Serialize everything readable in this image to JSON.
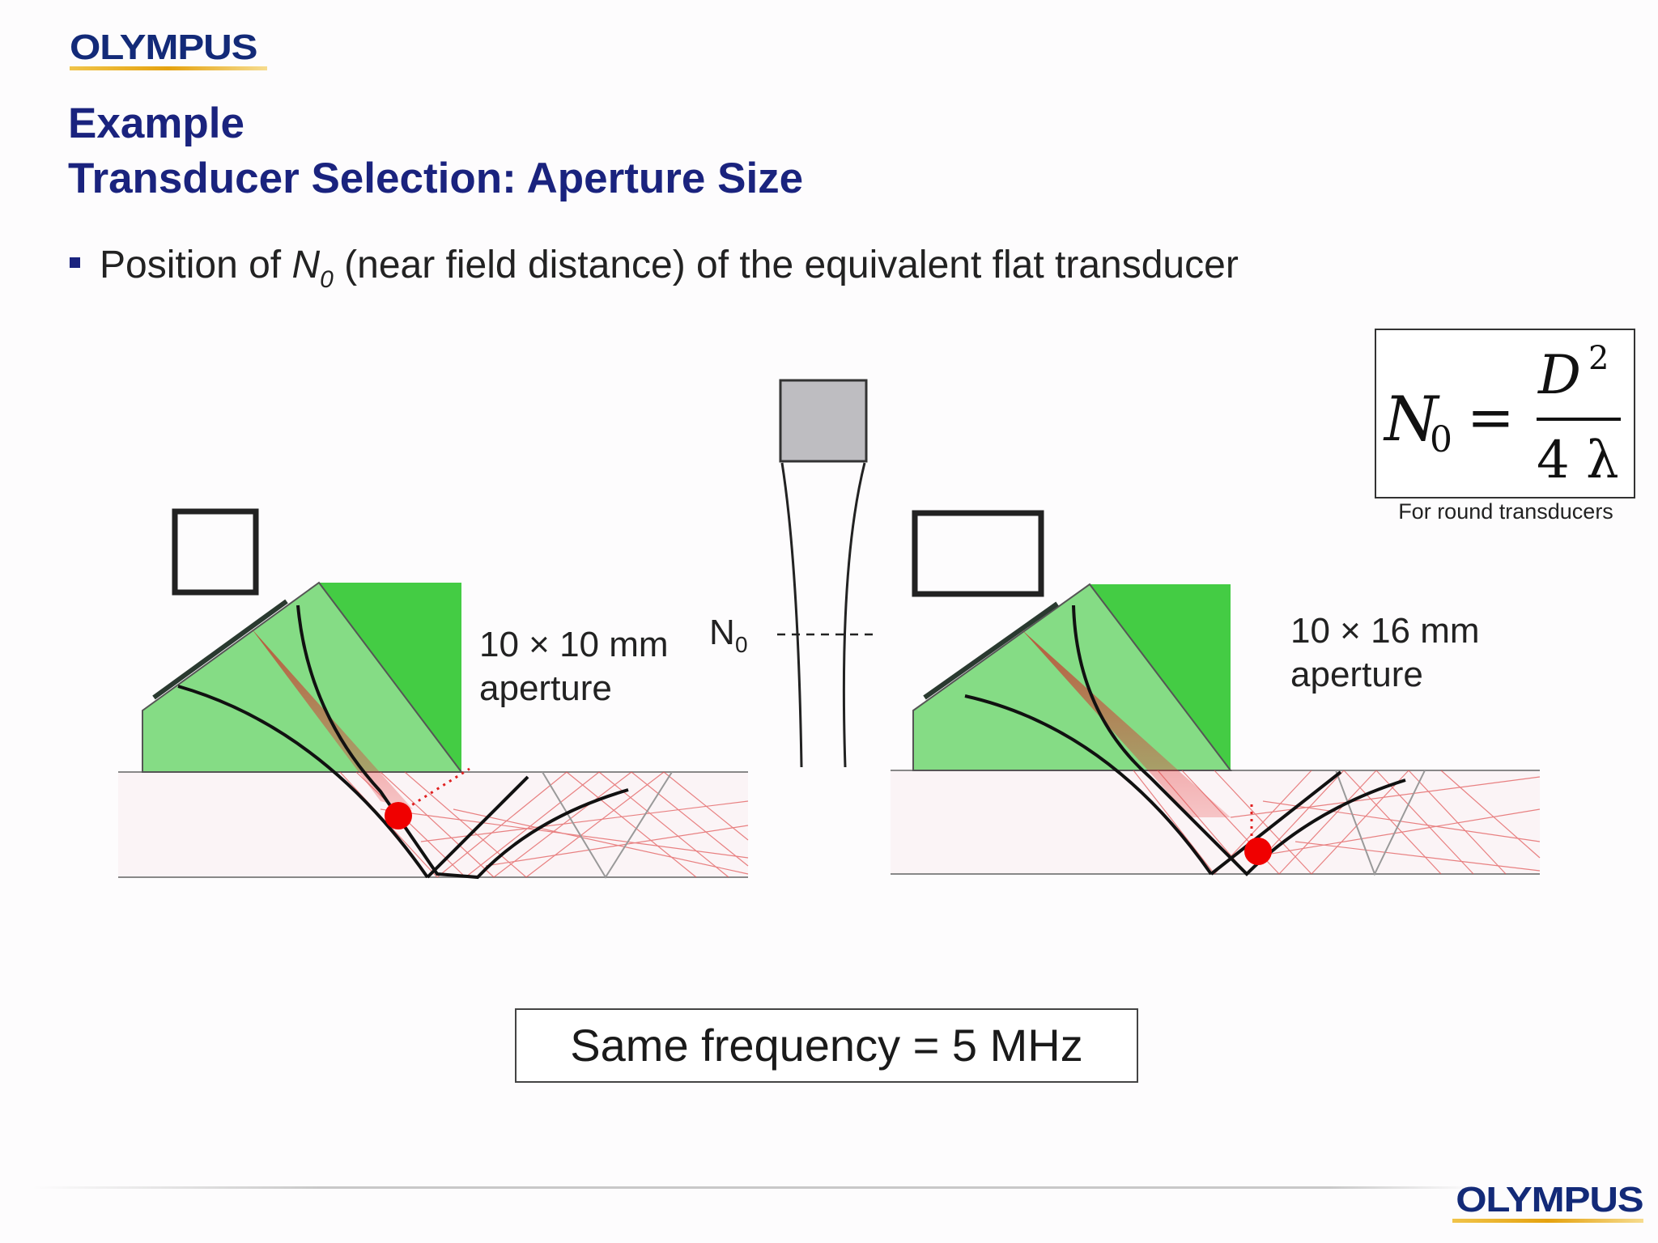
{
  "brand": {
    "logo": "OLYMPUS",
    "logo_footer": "OLYMPUS"
  },
  "title": {
    "line1": "Example",
    "line2": "Transducer Selection: Aperture Size"
  },
  "bullet": {
    "prefix": "Position of ",
    "symbol": "N",
    "subscript": "0",
    "suffix": " (near field distance) of the equivalent flat transducer"
  },
  "formula": {
    "lhs": "N",
    "lhs_sub": "0",
    "equals": "=",
    "numerator": "D",
    "numerator_exp": "2",
    "denominator": "4 λ",
    "caption": "For round transducers"
  },
  "left_probe": {
    "label_line1": "10 × 10 mm",
    "label_line2": "aperture"
  },
  "right_probe": {
    "label_line1": "10 × 16 mm",
    "label_line2": "aperture"
  },
  "center": {
    "label": "N",
    "label_sub": "0"
  },
  "footer_box": {
    "text": "Same frequency = 5 MHz"
  },
  "colors": {
    "title": "#1a237e",
    "wedge_light": "#85dc85",
    "wedge_dark": "#44cc44",
    "transducer": "#bebdc1",
    "beam": "#e02020",
    "focus_dot": "#f00000"
  }
}
